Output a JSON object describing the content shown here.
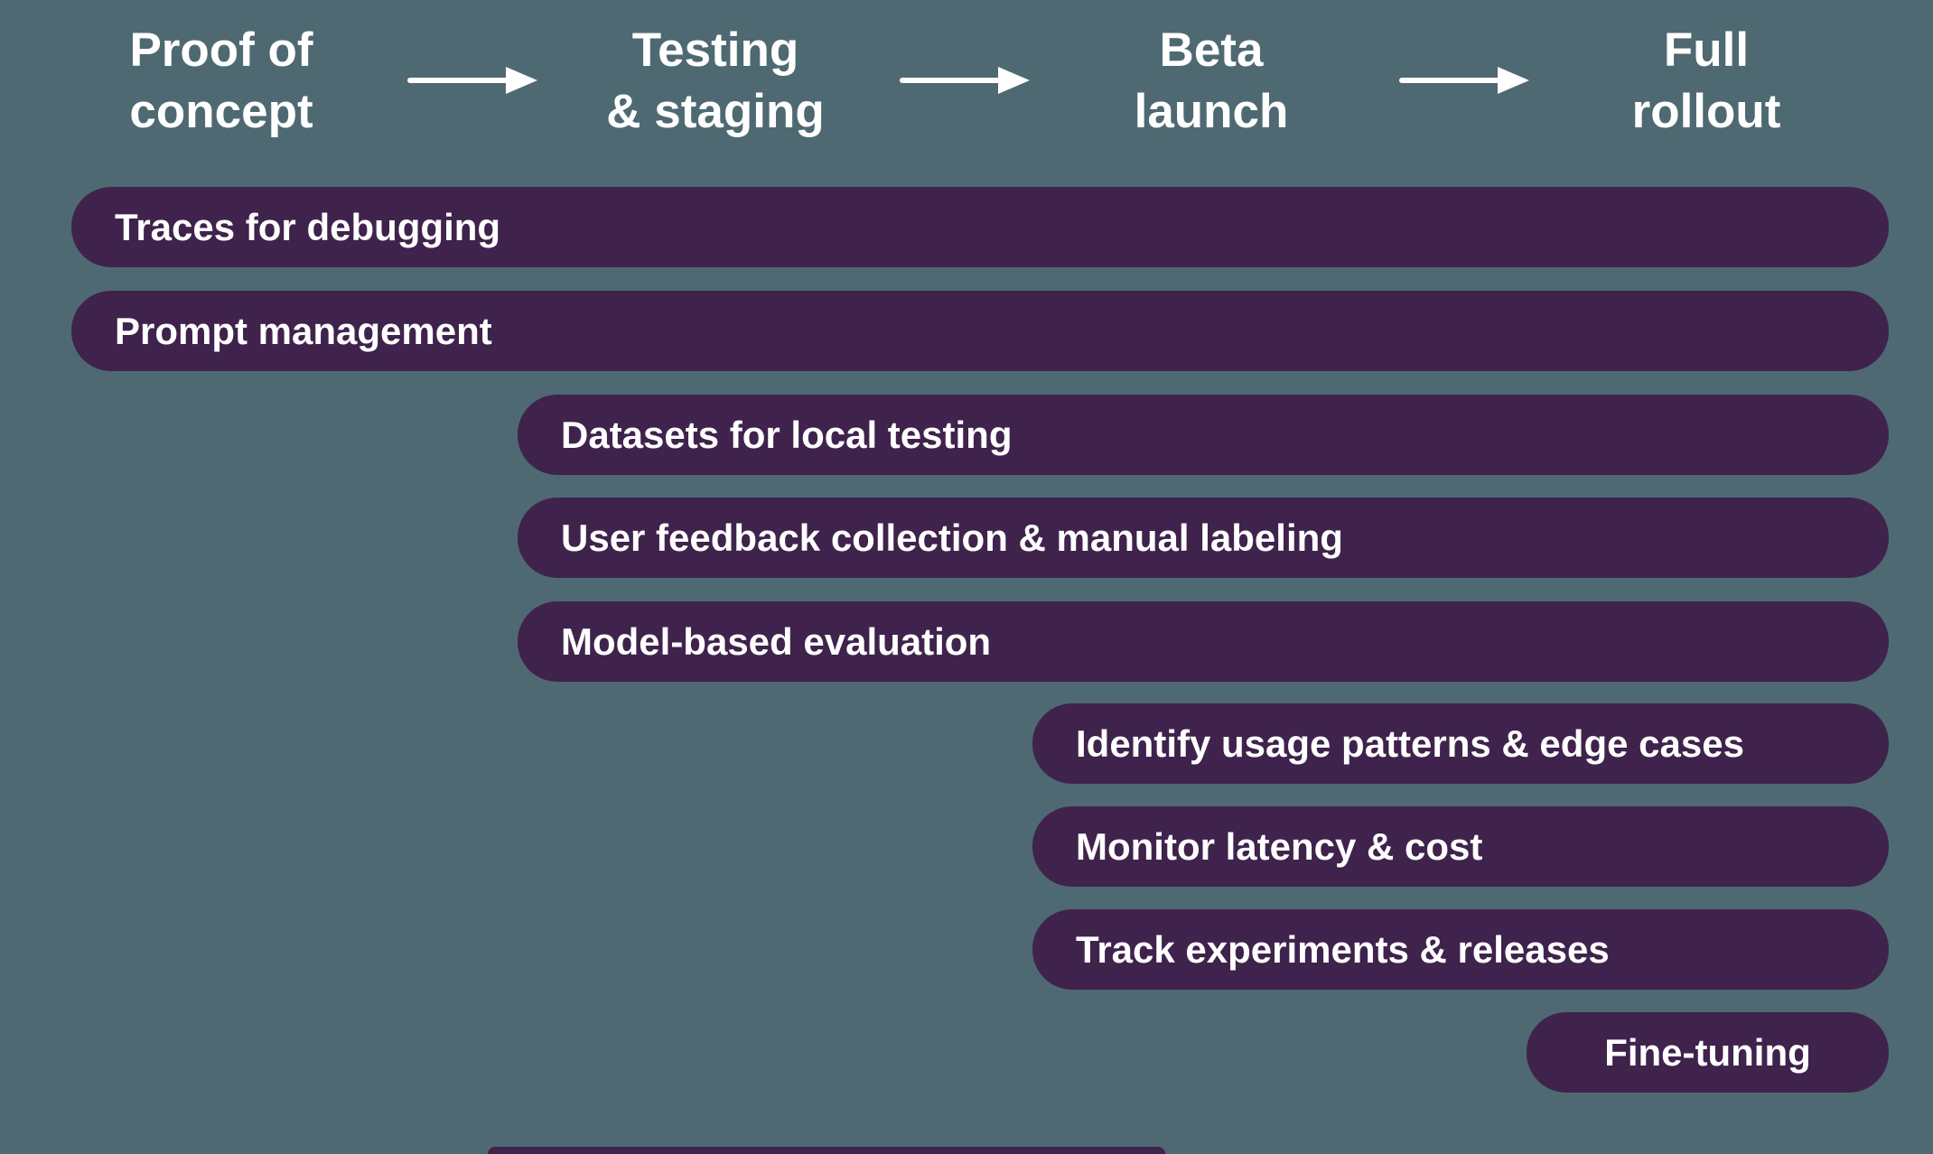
{
  "colors": {
    "background": "#4e6972",
    "bar": "#3f234c",
    "text": "#ffffff"
  },
  "icons": {
    "flow_arrow": "right-arrow"
  },
  "phases": [
    {
      "id": "proof-of-concept",
      "label": "Proof of\nconcept"
    },
    {
      "id": "testing-staging",
      "label": "Testing\n& staging"
    },
    {
      "id": "beta-launch",
      "label": "Beta\nlaunch"
    },
    {
      "id": "full-rollout",
      "label": "Full\nrollout"
    }
  ],
  "bars": [
    {
      "label": "Traces for debugging",
      "start_phase": "Proof of concept",
      "end_phase": "Full rollout"
    },
    {
      "label": "Prompt management",
      "start_phase": "Proof of concept",
      "end_phase": "Full rollout"
    },
    {
      "label": "Datasets for local testing",
      "start_phase": "Testing & staging",
      "end_phase": "Full rollout"
    },
    {
      "label": "User feedback collection & manual labeling",
      "start_phase": "Testing & staging",
      "end_phase": "Full rollout"
    },
    {
      "label": "Model-based evaluation",
      "start_phase": "Testing & staging",
      "end_phase": "Full rollout"
    },
    {
      "label": "Identify usage patterns & edge cases",
      "start_phase": "Beta launch",
      "end_phase": "Full rollout"
    },
    {
      "label": "Monitor latency & cost",
      "start_phase": "Beta launch",
      "end_phase": "Full rollout"
    },
    {
      "label": "Track experiments & releases",
      "start_phase": "Beta launch",
      "end_phase": "Full rollout"
    },
    {
      "label": "Fine-tuning",
      "start_phase": "Full rollout",
      "end_phase": "Full rollout"
    }
  ]
}
